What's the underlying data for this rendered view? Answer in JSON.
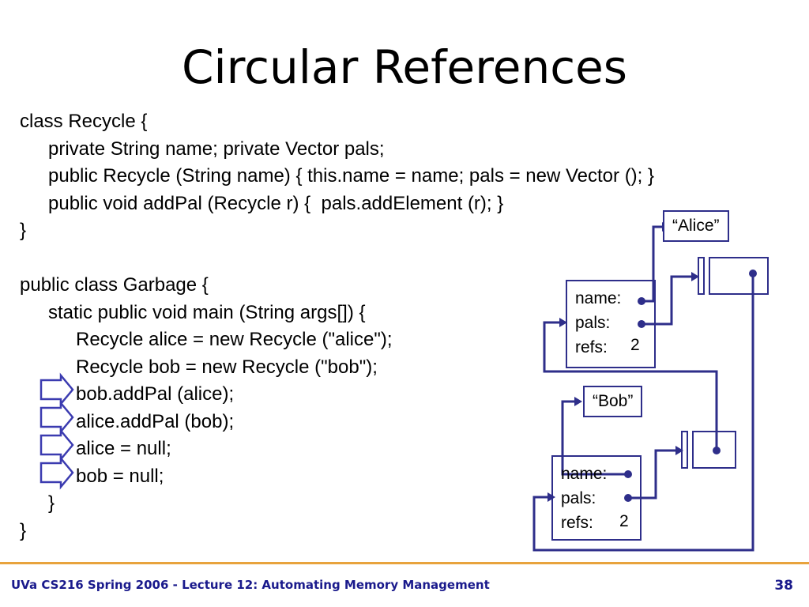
{
  "slide": {
    "title": "Circular References",
    "page_number": "38",
    "footer": "UVa CS216 Spring 2006 - Lecture 12: Automating Memory Management"
  },
  "code": {
    "lines": [
      "class Recycle {",
      "private String name; private Vector pals;",
      "public Recycle (String name) { this.name = name; pals = new Vector (); }",
      "public void addPal (Recycle r) {  pals.addElement (r); }",
      "}",
      "",
      "public class Garbage {",
      "static public void main (String args[]) {",
      "Recycle alice = new Recycle (\"alice\");",
      "Recycle bob = new Recycle (\"bob\");",
      "bob.addPal (alice);",
      "alice.addPal (bob);",
      "alice = null;",
      "bob = null;",
      "}",
      "}"
    ]
  },
  "diagram": {
    "alice_label": "“Alice”",
    "bob_label": "“Bob”",
    "alice_object": {
      "name_field": "name:",
      "pals_field": "pals:",
      "refs_field": "refs:",
      "refs_value": "2"
    },
    "bob_object": {
      "name_field": "name:",
      "pals_field": "pals:",
      "refs_field": "refs:",
      "refs_value": "2"
    }
  }
}
